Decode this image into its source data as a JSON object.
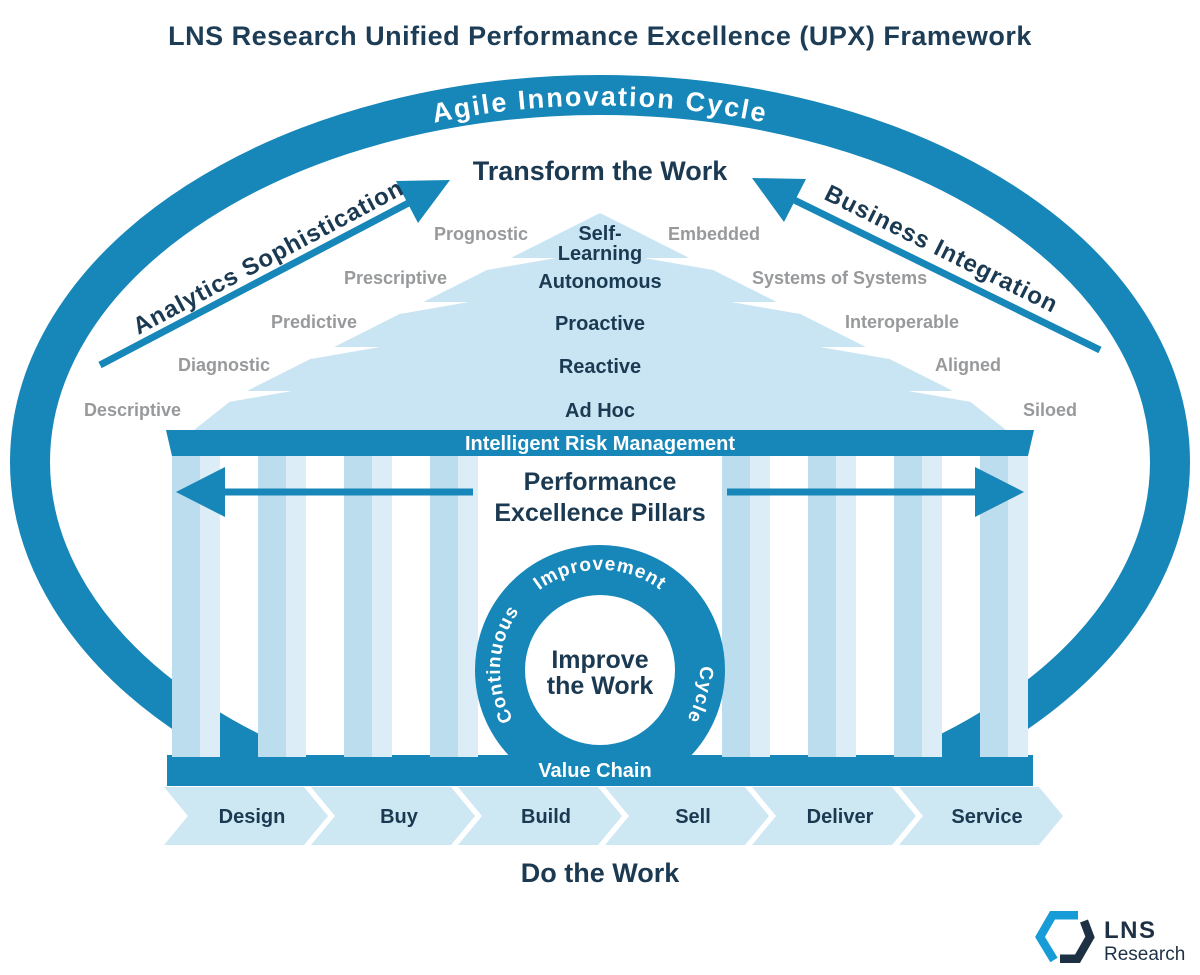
{
  "title": "LNS Research Unified Performance Excellence (UPX) Framework",
  "agile_cycle_label": "Agile Innovation Cycle",
  "transform_label": "Transform the Work",
  "left_axis": {
    "label": "Analytics Sophistication"
  },
  "right_axis": {
    "label": "Business Integration"
  },
  "pyramid": {
    "tiers": [
      {
        "label_line1": "Self-",
        "label_line2": "Learning",
        "left": "Prognostic",
        "right": "Embedded"
      },
      {
        "label": "Autonomous",
        "left": "Prescriptive",
        "right": "Systems of Systems"
      },
      {
        "label": "Proactive",
        "left": "Predictive",
        "right": "Interoperable"
      },
      {
        "label": "Reactive",
        "left": "Diagnostic",
        "right": "Aligned"
      },
      {
        "label": "Ad Hoc",
        "left": "Descriptive",
        "right": "Siloed"
      }
    ]
  },
  "risk_bar_label": "Intelligent Risk Management",
  "pillars_label": {
    "line1": "Performance",
    "line2": "Excellence Pillars"
  },
  "improvement_ring": {
    "left": "Continuous",
    "top": "Improvement",
    "right": "Cycle",
    "center_line1": "Improve",
    "center_line2": "the Work"
  },
  "value_chain": {
    "label": "Value Chain",
    "steps": [
      "Design",
      "Buy",
      "Build",
      "Sell",
      "Deliver",
      "Service"
    ]
  },
  "do_the_work_label": "Do the Work",
  "logo": {
    "title": "LNS",
    "subtitle": "Research"
  },
  "colors": {
    "primary_blue": "#1786b8",
    "light_blue": "#c9e4f2",
    "navy_text": "#1b3a52",
    "gray_label": "#97999b",
    "logo_blue": "#189cd8",
    "background": "#ffffff"
  }
}
